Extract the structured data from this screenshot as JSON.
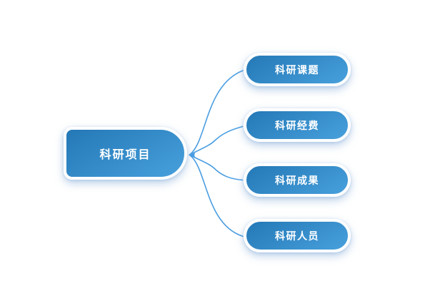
{
  "diagram": {
    "type": "mindmap",
    "root": {
      "label": "科研项目"
    },
    "children": [
      {
        "label": "科研课题"
      },
      {
        "label": "科研经费"
      },
      {
        "label": "科研成果"
      },
      {
        "label": "科研人员"
      }
    ],
    "colors": {
      "background": "#ffffff",
      "node_fill_start": "#2478b6",
      "node_fill_end": "#47a0dc",
      "node_border": "#ffffff",
      "connector": "#4a9ee2",
      "label_text": "#ffffff"
    }
  }
}
